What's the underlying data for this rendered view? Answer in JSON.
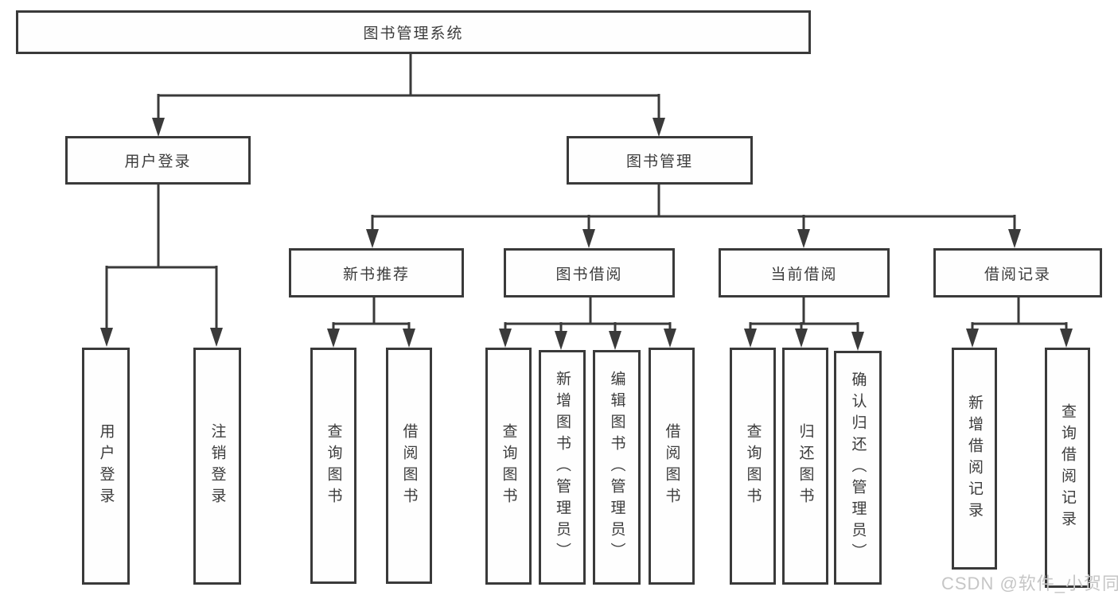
{
  "colors": {
    "line": "#3a3a3a",
    "text": "#3c3c3c",
    "box_background": "#fefefe",
    "background": "#ffffff",
    "watermark": "#c6c6c6"
  },
  "nodes": {
    "root": "图书管理系统",
    "user_login": "用户登录",
    "book_mgmt": "图书管理",
    "new_book_rec": "新书推荐",
    "book_borrow": "图书借阅",
    "current_borrow": "当前借阅",
    "borrow_record": "借阅记录",
    "ul_login": "用户登录",
    "ul_logout": "注销登录",
    "nb_query": "查询图书",
    "nb_borrow": "借阅图书",
    "bb_query": "查询图书",
    "bb_add": "新增图书（管理员）",
    "bb_edit": "编辑图书（管理员）",
    "bb_borrow": "借阅图书",
    "cb_query": "查询图书",
    "cb_return": "归还图书",
    "cb_confirm": "确认归还（管理员）",
    "br_add": "新增借阅记录",
    "br_query": "查询借阅记录"
  },
  "watermark": "CSDN @软件_小贺同学"
}
